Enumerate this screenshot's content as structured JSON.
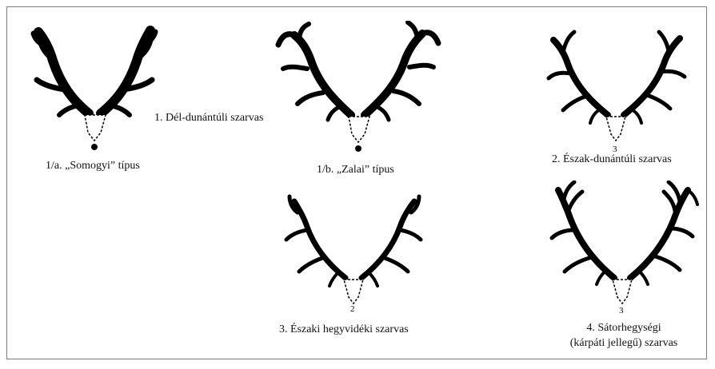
{
  "captions": {
    "c1": "1. Dél-dunántúli szarvas",
    "c1a": "1/a. „Somogyi” típus",
    "c1b": "1/b. „Zalai” típus",
    "c2": "2. Észak-dunántúli szarvas",
    "c3": "3. Északi hegyvidéki szarvas",
    "c4_line1": "4. Sátorhegységi",
    "c4_line2": "(kárpáti jellegű) szarvas"
  },
  "antlers": [
    {
      "id": "somogyi",
      "depicts": "red deer antler silhouette"
    },
    {
      "id": "zalai",
      "depicts": "red deer antler silhouette"
    },
    {
      "id": "eszak-dunantuli",
      "depicts": "red deer antler silhouette"
    },
    {
      "id": "eszaki-hegyvideki",
      "depicts": "red deer antler silhouette"
    },
    {
      "id": "satorhegysegi",
      "depicts": "red deer antler silhouette"
    }
  ]
}
